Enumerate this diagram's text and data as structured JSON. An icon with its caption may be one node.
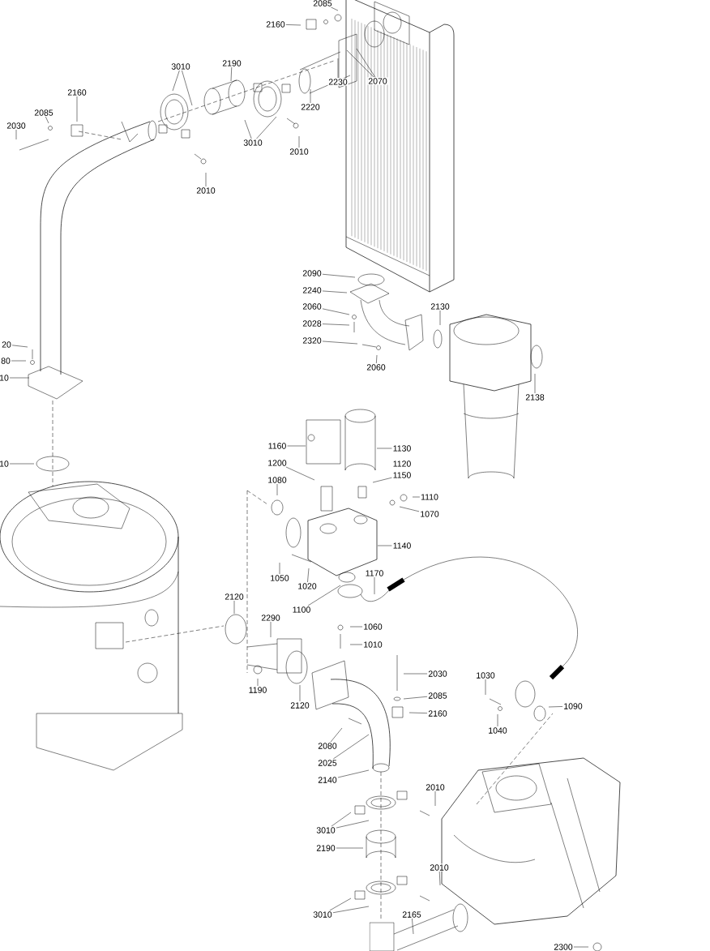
{
  "diagram": {
    "nodes": [
      {
        "text": [
          "2085"
        ]
      },
      {
        "text": [
          "2160"
        ]
      },
      {
        "text": [
          "2190"
        ]
      },
      {
        "text": [
          "3010"
        ]
      },
      {
        "text": [
          "2230"
        ]
      },
      {
        "text": [
          "2070"
        ]
      },
      {
        "text": [
          "2220"
        ]
      },
      {
        "text": [
          "2160"
        ]
      },
      {
        "text": [
          "2085"
        ]
      },
      {
        "text": [
          "2030"
        ]
      },
      {
        "text": [
          "3010"
        ]
      },
      {
        "text": [
          "2010"
        ]
      },
      {
        "text": [
          "2010"
        ]
      },
      {
        "text": [
          "2090"
        ]
      },
      {
        "text": [
          "2240"
        ]
      },
      {
        "text": [
          "2060"
        ]
      },
      {
        "text": [
          "2028"
        ]
      },
      {
        "text": [
          "2320"
        ]
      },
      {
        "text": [
          "2130"
        ]
      },
      {
        "text": [
          "2060"
        ]
      },
      {
        "text": [
          "2138"
        ]
      },
      {
        "text": [
          "20"
        ]
      },
      {
        "text": [
          "80"
        ]
      },
      {
        "text": [
          "10"
        ]
      },
      {
        "text": [
          "10"
        ]
      },
      {
        "text": [
          "1160"
        ]
      },
      {
        "text": [
          "1130"
        ]
      },
      {
        "text": [
          "1200"
        ]
      },
      {
        "text": [
          "1150"
        ]
      },
      {
        "text": [
          "1080"
        ]
      },
      {
        "text": [
          "1110"
        ]
      },
      {
        "text": [
          "1070"
        ]
      },
      {
        "text": [
          "1140"
        ]
      },
      {
        "text": [
          "1050"
        ]
      },
      {
        "text": [
          "1020"
        ]
      },
      {
        "text": [
          "1170"
        ]
      },
      {
        "text": [
          "1100"
        ]
      },
      {
        "text": [
          "1060"
        ]
      },
      {
        "text": [
          "1010"
        ]
      },
      {
        "text": [
          "2120"
        ]
      },
      {
        "text": [
          "2290"
        ]
      },
      {
        "text": [
          "1190"
        ]
      },
      {
        "text": [
          "2120"
        ]
      },
      {
        "text": [
          "2030"
        ]
      },
      {
        "text": [
          "2085"
        ]
      },
      {
        "text": [
          "2160"
        ]
      },
      {
        "text": [
          "1030"
        ]
      },
      {
        "text": [
          "1090"
        ]
      },
      {
        "text": [
          "1040"
        ]
      },
      {
        "text": [
          "2080"
        ]
      },
      {
        "text": [
          "2025"
        ]
      },
      {
        "text": [
          "2140"
        ]
      },
      {
        "text": [
          "2010"
        ]
      },
      {
        "text": [
          "3010"
        ]
      },
      {
        "text": [
          "2190"
        ]
      },
      {
        "text": [
          "2010"
        ]
      },
      {
        "text": [
          "3010"
        ]
      },
      {
        "text": [
          "2165"
        ]
      },
      {
        "text": [
          "2300"
        ]
      }
    ],
    "edges": [
      {
        "from": 0,
        "to": null,
        "arrow": "none"
      },
      {
        "from": 1,
        "to": null,
        "arrow": "none"
      },
      {
        "from": 2,
        "to": null,
        "arrow": "none"
      },
      {
        "from": 3,
        "to": null,
        "arrow": "none"
      },
      {
        "from": 3,
        "to": null,
        "arrow": "none"
      },
      {
        "from": 4,
        "to": null,
        "arrow": "none"
      },
      {
        "from": 5,
        "to": null,
        "arrow": "none"
      },
      {
        "from": 5,
        "to": null,
        "arrow": "none"
      },
      {
        "from": 6,
        "to": null,
        "arrow": "none"
      },
      {
        "from": 7,
        "to": null,
        "arrow": "none"
      },
      {
        "from": 8,
        "to": null,
        "arrow": "none"
      },
      {
        "from": 9,
        "to": null,
        "arrow": "none"
      },
      {
        "from": 10,
        "to": null,
        "arrow": "none"
      },
      {
        "from": 10,
        "to": null,
        "arrow": "none"
      },
      {
        "from": 11,
        "to": null,
        "arrow": "none"
      },
      {
        "from": 12,
        "to": null,
        "arrow": "none"
      },
      {
        "from": 13,
        "to": null,
        "arrow": "none"
      },
      {
        "from": 14,
        "to": null,
        "arrow": "none"
      },
      {
        "from": 15,
        "to": null,
        "arrow": "none"
      },
      {
        "from": 16,
        "to": null,
        "arrow": "none"
      },
      {
        "from": 17,
        "to": null,
        "arrow": "none"
      },
      {
        "from": 18,
        "to": null,
        "arrow": "none"
      },
      {
        "from": 19,
        "to": null,
        "arrow": "none"
      },
      {
        "from": 20,
        "to": null,
        "arrow": "none"
      },
      {
        "from": 21,
        "to": null,
        "arrow": "none"
      },
      {
        "from": 22,
        "to": null,
        "arrow": "none"
      },
      {
        "from": 23,
        "to": null,
        "arrow": "none"
      },
      {
        "from": 24,
        "to": null,
        "arrow": "none"
      },
      {
        "from": 25,
        "to": null,
        "arrow": "none"
      },
      {
        "from": 26,
        "to": null,
        "arrow": "none"
      },
      {
        "from": 27,
        "to": null,
        "arrow": "none"
      },
      {
        "from": 28,
        "to": null,
        "arrow": "none"
      },
      {
        "from": 29,
        "to": null,
        "arrow": "none"
      },
      {
        "from": 30,
        "to": null,
        "arrow": "none"
      },
      {
        "from": 31,
        "to": null,
        "arrow": "none"
      },
      {
        "from": 32,
        "to": null,
        "arrow": "none"
      },
      {
        "from": 33,
        "to": null,
        "arrow": "none"
      },
      {
        "from": 34,
        "to": null,
        "arrow": "none"
      },
      {
        "from": 35,
        "to": null,
        "arrow": "none"
      },
      {
        "from": 36,
        "to": null,
        "arrow": "none"
      },
      {
        "from": 37,
        "to": null,
        "arrow": "none"
      },
      {
        "from": 38,
        "to": null,
        "arrow": "none"
      },
      {
        "from": 39,
        "to": null,
        "arrow": "none"
      },
      {
        "from": 40,
        "to": null,
        "arrow": "none"
      },
      {
        "from": 41,
        "to": null,
        "arrow": "none"
      },
      {
        "from": 42,
        "to": null,
        "arrow": "none"
      },
      {
        "from": 43,
        "to": null,
        "arrow": "none"
      },
      {
        "from": 44,
        "to": null,
        "arrow": "none"
      },
      {
        "from": 45,
        "to": null,
        "arrow": "none"
      },
      {
        "from": 46,
        "to": null,
        "arrow": "none"
      },
      {
        "from": 47,
        "to": null,
        "arrow": "none"
      },
      {
        "from": 48,
        "to": null,
        "arrow": "none"
      },
      {
        "from": 49,
        "to": null,
        "arrow": "none"
      },
      {
        "from": 50,
        "to": null,
        "arrow": "none"
      },
      {
        "from": 51,
        "to": null,
        "arrow": "none"
      },
      {
        "from": 52,
        "to": null,
        "arrow": "none"
      },
      {
        "from": 53,
        "to": null,
        "arrow": "none"
      },
      {
        "from": 53,
        "to": null,
        "arrow": "none"
      },
      {
        "from": 54,
        "to": null,
        "arrow": "none"
      },
      {
        "from": 55,
        "to": null,
        "arrow": "none"
      },
      {
        "from": 56,
        "to": null,
        "arrow": "none"
      },
      {
        "from": 56,
        "to": null,
        "arrow": "none"
      },
      {
        "from": 57,
        "to": null,
        "arrow": "none"
      },
      {
        "from": 58,
        "to": null,
        "arrow": "none"
      }
    ],
    "labels": [
      "1120"
    ]
  }
}
